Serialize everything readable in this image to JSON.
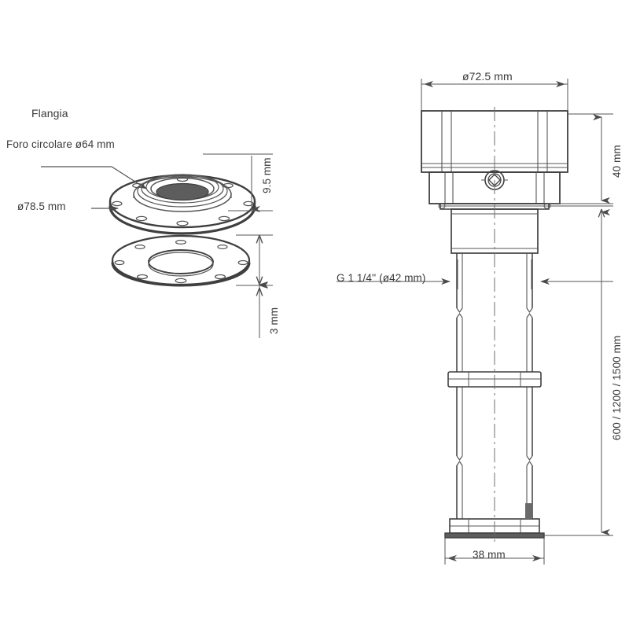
{
  "drawing": {
    "title_note": "Flangia",
    "colors": {
      "line": "#555555",
      "line_dark": "#3f3f3f",
      "text": "#3a3a3a",
      "background": "#ffffff"
    },
    "left_view": {
      "name": "Flangia (flange assembly, exploded isometric)",
      "label_flange": "Flangia",
      "label_bore": "Foro circolare ø64 mm",
      "label_outer_diameter": "ø78.5 mm",
      "dim_flange_thickness": "9.5 mm",
      "dim_gasket_thickness": "3 mm",
      "bolt_hole_count": 8
    },
    "right_view": {
      "name": "Probe / level sensor assembly (front elevation)",
      "dim_head_diameter": "ø72.5 mm",
      "dim_head_height": "40 mm",
      "label_thread": "G 1 1/4'' (ø42 mm)",
      "dim_tube_length": "600 / 1200 / 1500 mm",
      "dim_tube_diameter": "38 mm"
    }
  }
}
